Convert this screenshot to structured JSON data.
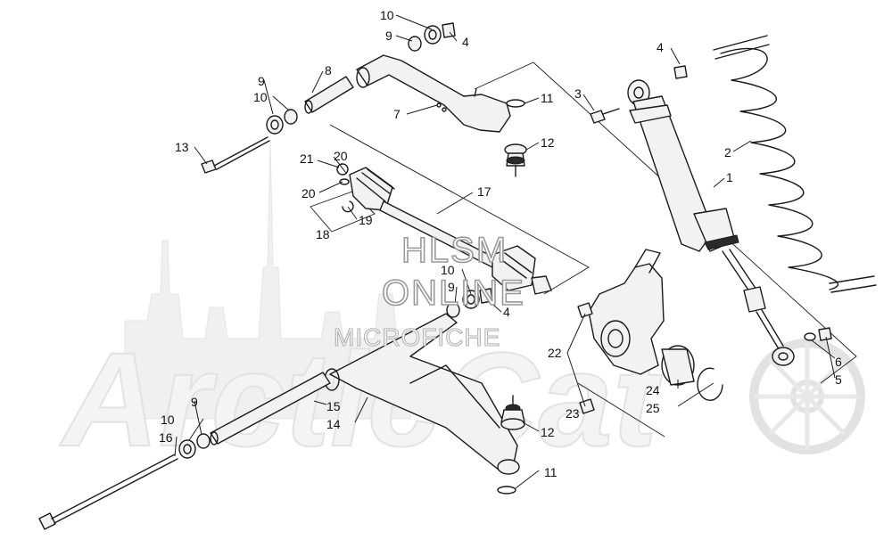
{
  "watermark": {
    "line1": "HLSM",
    "line2": "ONLINE",
    "line3": "MICROFICHE"
  },
  "logo_text": "ArcticCat",
  "callouts": [
    {
      "id": "c10a",
      "text": "10"
    },
    {
      "id": "c9a",
      "text": "9"
    },
    {
      "id": "c4a",
      "text": "4"
    },
    {
      "id": "c8",
      "text": "8"
    },
    {
      "id": "c9b",
      "text": "9"
    },
    {
      "id": "c10b",
      "text": "10"
    },
    {
      "id": "c4b",
      "text": "4"
    },
    {
      "id": "c3",
      "text": "3"
    },
    {
      "id": "c11a",
      "text": "11"
    },
    {
      "id": "c7",
      "text": "7"
    },
    {
      "id": "c2",
      "text": "2"
    },
    {
      "id": "c13",
      "text": "13"
    },
    {
      "id": "c12a",
      "text": "12"
    },
    {
      "id": "c21",
      "text": "21"
    },
    {
      "id": "c20a",
      "text": "20"
    },
    {
      "id": "c1",
      "text": "1"
    },
    {
      "id": "c17",
      "text": "17"
    },
    {
      "id": "c20b",
      "text": "20"
    },
    {
      "id": "c19",
      "text": "19"
    },
    {
      "id": "c18",
      "text": "18"
    },
    {
      "id": "c10c",
      "text": "10"
    },
    {
      "id": "c9c",
      "text": "9"
    },
    {
      "id": "c4c",
      "text": "4"
    },
    {
      "id": "c22",
      "text": "22"
    },
    {
      "id": "c6",
      "text": "6"
    },
    {
      "id": "c5",
      "text": "5"
    },
    {
      "id": "c24",
      "text": "24"
    },
    {
      "id": "c25",
      "text": "25"
    },
    {
      "id": "c15",
      "text": "15"
    },
    {
      "id": "c14",
      "text": "14"
    },
    {
      "id": "c23",
      "text": "23"
    },
    {
      "id": "c9d",
      "text": "9"
    },
    {
      "id": "c10d",
      "text": "10"
    },
    {
      "id": "c12b",
      "text": "12"
    },
    {
      "id": "c16",
      "text": "16"
    },
    {
      "id": "c11b",
      "text": "11"
    }
  ]
}
